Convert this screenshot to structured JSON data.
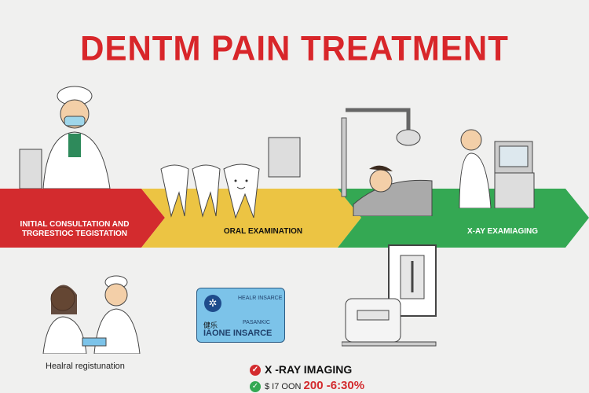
{
  "title": "DENTM PAIN TREATMENT",
  "steps": [
    {
      "label_line1": "INITIAL CONSULTATION AND",
      "label_line2": "TRGRESTIOC TEGISTATION",
      "color": "#d32b2e"
    },
    {
      "label": "ORAL EXAMINATION",
      "color": "#ecc443"
    },
    {
      "label": "X-AY EXAMIAGING",
      "color": "#34a853"
    }
  ],
  "insurance_card": {
    "line1": "HEALR INSARCE",
    "line2": "PASANKIC",
    "glyphs": "健乐",
    "line3": "IAONE INSARCE"
  },
  "captions": {
    "registration": "Healral registunation"
  },
  "checklist": [
    {
      "text": "X -RAY IMAGING",
      "color": "#d32b2e"
    },
    {
      "prefix": "$ I7 OON",
      "highlight": "200 -6:30%",
      "color": "#34a853"
    }
  ]
}
